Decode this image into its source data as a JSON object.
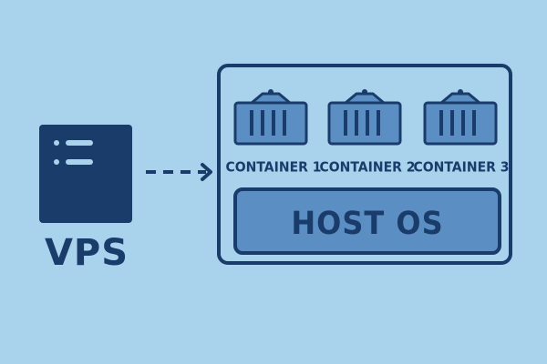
{
  "vps": {
    "label": "VPS",
    "icon": "server-icon"
  },
  "connector": {
    "icon": "dashed-arrow-icon"
  },
  "containers": [
    {
      "label": "CONTAINER 1",
      "icon": "shipping-container-icon"
    },
    {
      "label": "CONTAINER 2",
      "icon": "shipping-container-icon"
    },
    {
      "label": "CONTAINER 3",
      "icon": "shipping-container-icon"
    }
  ],
  "host_os": {
    "label": "HOST OS"
  },
  "colors": {
    "background": "#a9d3ec",
    "dark_blue": "#1a3c6b",
    "mid_blue": "#5b8fc4"
  }
}
